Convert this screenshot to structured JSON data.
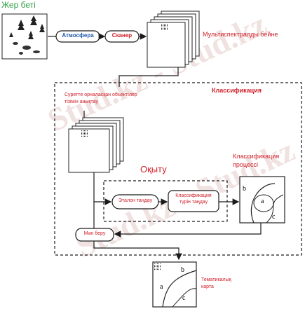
{
  "watermark": "Stud.kz - Stud.kz",
  "labels": {
    "earth_surface": "Жер беті",
    "atmosphere": "Атмосфера",
    "scanner": "Сканер",
    "multispectral_image": "Мультиспектралды бейне",
    "classification": "Классификация",
    "objects_list_line1": "Суретте орналасқан объектілер",
    "objects_list_line2": "тізімін анықтау",
    "training": "Оқыту",
    "sample_selection": "Эталон таңдау",
    "class_type_line1": "Классификация",
    "class_type_line2": "түрін таңдау",
    "classification_process_line1": "Классификация",
    "classification_process_line2": "процессі",
    "assign_value": "Мән беру",
    "thematic_map_line1": "Тематикалық",
    "thematic_map_line2": "карта",
    "region_a": "a",
    "region_b": "b",
    "region_c": "c"
  },
  "colors": {
    "green": "#2e9e44",
    "red": "#d0202a",
    "blue": "#1f5aa8",
    "line": "#1a1a1a"
  }
}
